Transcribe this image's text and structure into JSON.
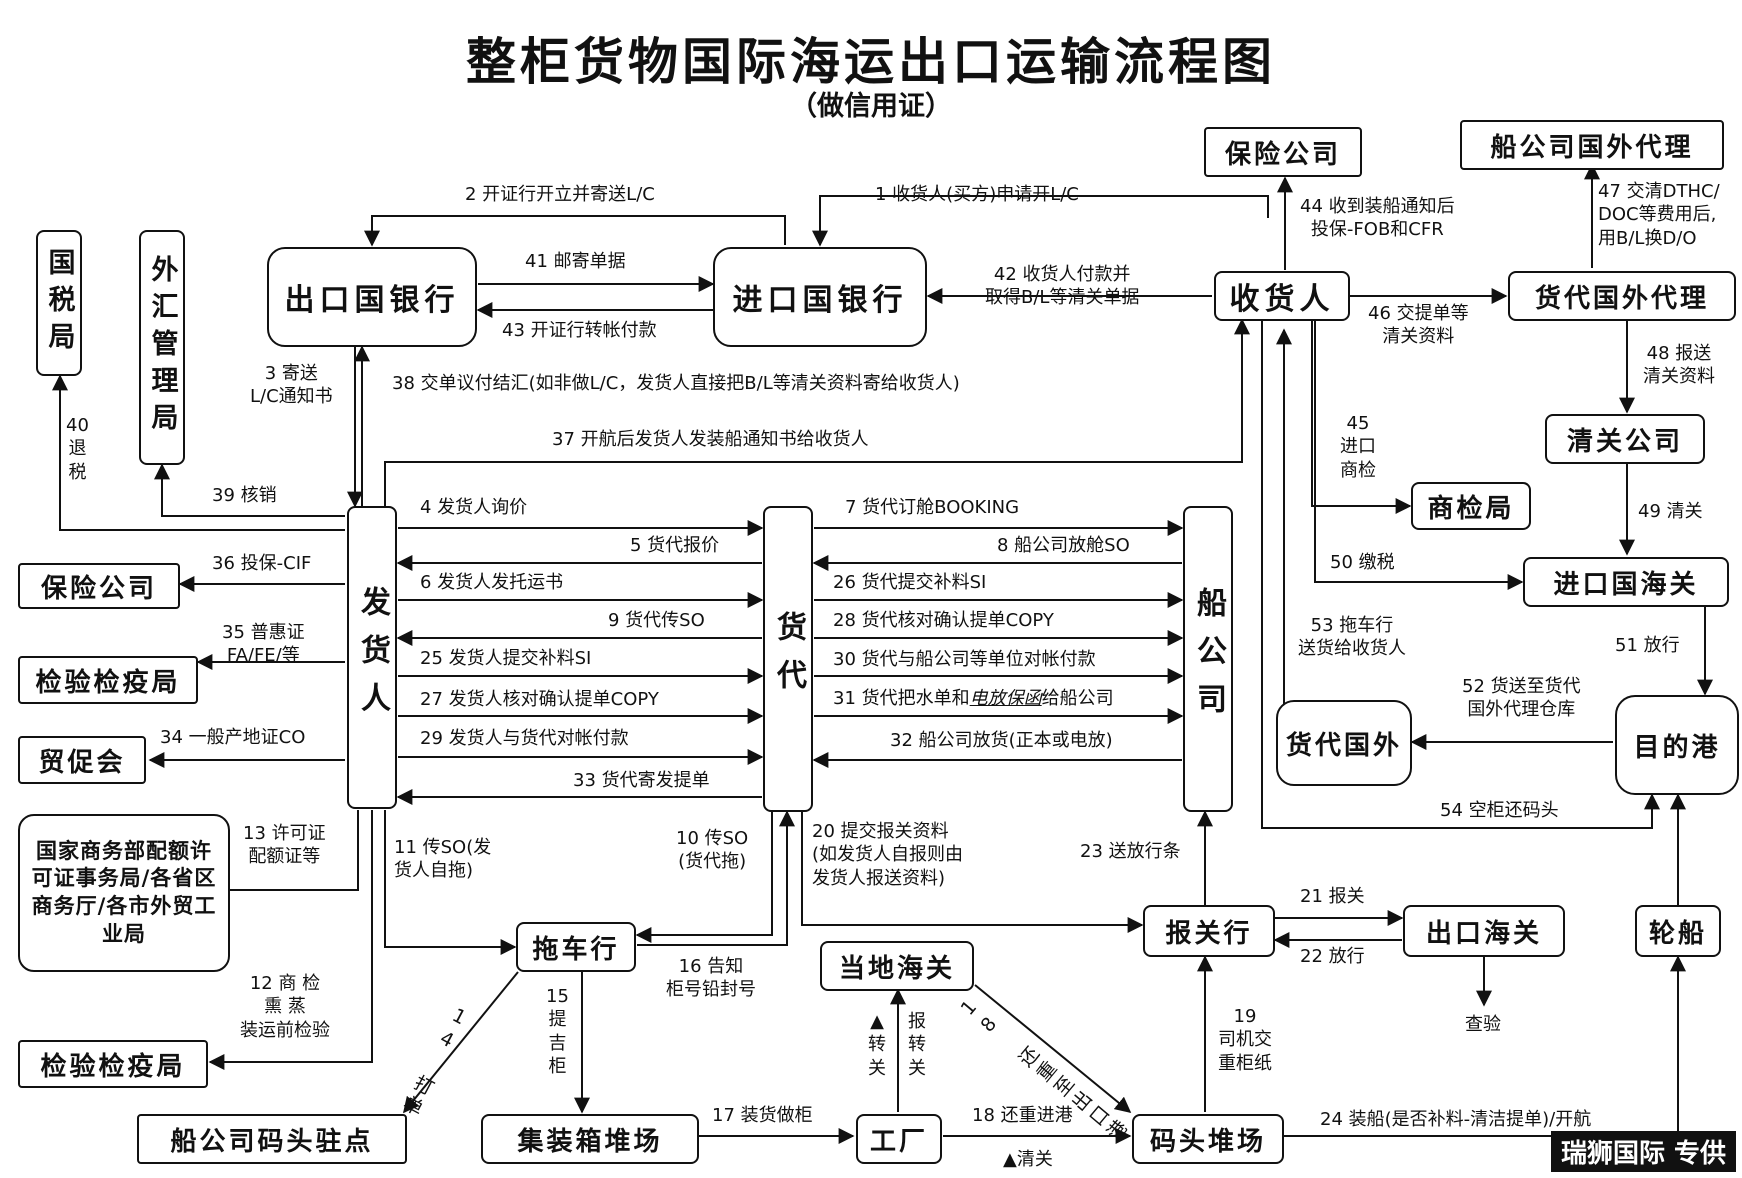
{
  "title": "整柜货物国际海运出口运输流程图",
  "subtitle": "（做信用证）",
  "boxes": {
    "guoshui": "国税局",
    "waihui": "外汇管理局",
    "export_bank": "出口国银行",
    "import_bank": "进口国银行",
    "insurance_top": "保险公司",
    "consignee": "收货人",
    "carrier_overseas": "船公司国外代理",
    "forwarder_overseas": "货代国外代理",
    "customs_broker_dest": "清关公司",
    "inspection_bureau": "商检局",
    "import_customs": "进口国海关",
    "forwarder_overseas_short": "货代国外",
    "dest_port": "目的港",
    "shipper": "发货人",
    "forwarder": "货代",
    "carrier": "船公司",
    "insurance_left": "保险公司",
    "inspection_1": "检验检疫局",
    "ccpit": "贸促会",
    "ministry": "国家商务部配额许可证事务局/各省区商务厅/各市外贸工业局",
    "inspection_2": "检验检疫局",
    "trucking": "拖车行",
    "local_customs": "当地海关",
    "broker": "报关行",
    "export_customs": "出口海关",
    "ship": "轮船",
    "carrier_terminal": "船公司码头驻点",
    "container_yard": "集装箱堆场",
    "factory": "工厂",
    "terminal_yard": "码头堆场"
  },
  "labels": {
    "l1": "1 收货人(买方)申请开L/C",
    "l2": "2 开证行开立并寄送L/C",
    "l41": "41 邮寄单据",
    "l43": "43 开证行转帐付款",
    "l42": "42 收货人付款并\n取得B/L等清关单据",
    "l44": "44 收到装船通知后\n投保-FOB和CFR",
    "l47": "47 交清DTHC/\nDOC等费用后,\n用B/L换D/O",
    "l46": "46 交提单等\n清关资料",
    "l48": "48 报送\n清关资料",
    "l45": "45\n进口\n商检",
    "l49": "49 清关",
    "l50": "50 缴税",
    "l53": "53 拖车行\n送货给收货人",
    "l51": "51 放行",
    "l52": "52 货送至货代\n国外代理仓库",
    "l54": "54 空柜还码头",
    "l3": "3 寄送\nL/C通知书",
    "l38": "38 交单议付结汇(如非做L/C，发货人直接把B/L等清关资料寄给收货人)",
    "l37": "37 开航后发货人发装船通知书给收货人",
    "l40": "40\n退\n税",
    "l39": "39 核销",
    "l36": "36 投保-CIF",
    "l35": "35 普惠证\nFA/FE/等",
    "l34": "34 一般产地证CO",
    "l13": "13 许可证\n配额证等",
    "l12": "12 商 检\n熏 蒸\n装运前检验",
    "l4": "4 发货人询价",
    "l5": "5 货代报价",
    "l6": "6 发货人发托运书",
    "l9": "9 货代传SO",
    "l25": "25 发货人提交补料SI",
    "l27": "27 发货人核对确认提单COPY",
    "l29": "29 发货人与货代对帐付款",
    "l33": "33 货代寄发提单",
    "l7": "7 货代订舱BOOKING",
    "l8": "8 船公司放舱SO",
    "l26": "26 货代提交补料SI",
    "l28": "28 货代核对确认提单COPY",
    "l30": "30 货代与船公司等单位对帐付款",
    "l31_a": "31 货代把水单和",
    "l31_b": "电放保函",
    "l31_c": "给船公司",
    "l32": "32 船公司放货(正本或电放)",
    "l11": "11 传SO(发\n货人自拖)",
    "l10": "10 传SO\n(货代拖)",
    "l20": "20 提交报关资料\n(如发货人自报则由\n发货人报送资料)",
    "l23": "23 送放行条",
    "l21": "21 报关",
    "l22": "22 放行",
    "l_check": "查验",
    "l16": "16 告知\n柜号铅封号",
    "l15": "15\n提\n吉\n柜",
    "l14": "14 打单",
    "l17": "17 装货做柜",
    "l18": "18 还重进港",
    "l_clear": "▲清关",
    "l_zhuanguan": "▲\n转\n关",
    "l_baoguan": "报\n转\n关",
    "l18_diag": "18 还重至出口港",
    "l19": "19\n司机交\n重柜纸",
    "l24": "24 装船(是否补料-清洁提单)/开航"
  },
  "brand": "瑞狮国际 专供"
}
